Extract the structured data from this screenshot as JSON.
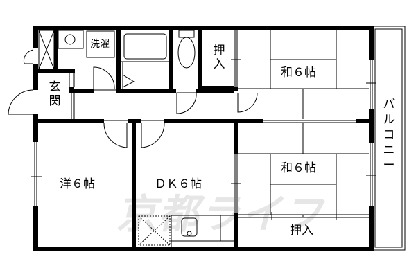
{
  "plan": {
    "rooms": {
      "entrance": "玄関",
      "washer": "洗濯",
      "closet_top": "押入",
      "washitsu_top": "和６帖",
      "washitsu_bottom": "和６帖",
      "youshitsu": "洋６帖",
      "dk": "ＤＫ６帖",
      "closet_bottom": "押入",
      "balcony": "バルコニー"
    },
    "watermark": "京都ライフ",
    "colors": {
      "wall": "#000000",
      "background": "#ffffff",
      "watermark": "#e6e6e6"
    }
  }
}
